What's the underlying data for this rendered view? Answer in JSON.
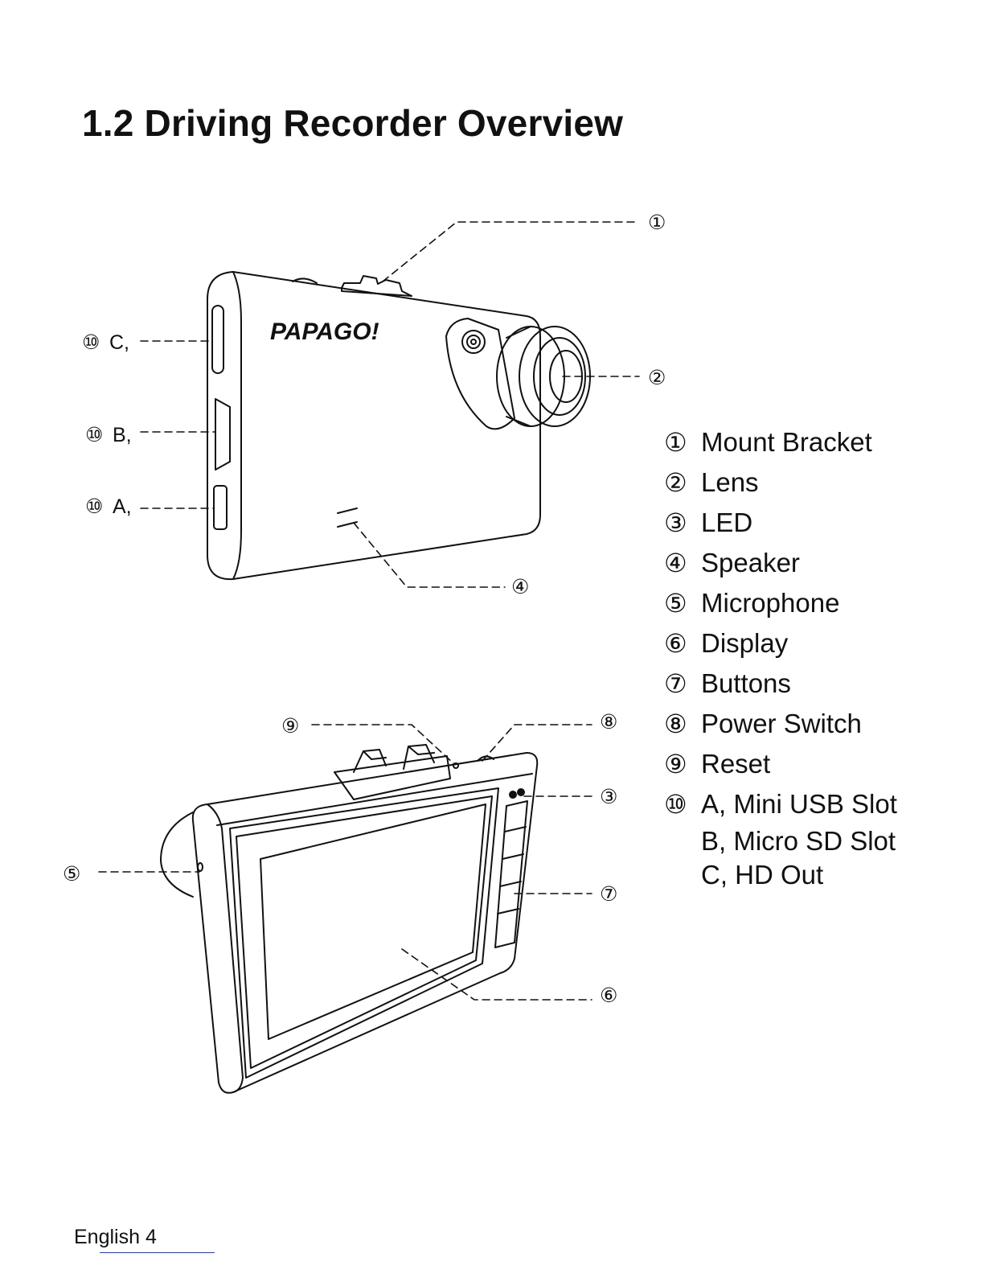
{
  "page": {
    "title": "1.2  Driving Recorder Overview",
    "footer": "English 4"
  },
  "brand": {
    "logo_text": "PAPAGO!"
  },
  "callouts": {
    "c1": "①",
    "c2": "②",
    "c3": "③",
    "c4": "④",
    "c5": "⑤",
    "c6": "⑥",
    "c7": "⑦",
    "c8": "⑧",
    "c9": "⑨",
    "c10c_num": "⑩",
    "c10c_letter": "C,",
    "c10b_num": "⑩",
    "c10b_letter": "B,",
    "c10a_num": "⑩",
    "c10a_letter": "A,"
  },
  "legend": [
    {
      "num": "①",
      "lines": [
        "Mount Bracket"
      ]
    },
    {
      "num": "②",
      "lines": [
        "Lens"
      ]
    },
    {
      "num": "③",
      "lines": [
        "LED"
      ]
    },
    {
      "num": "④",
      "lines": [
        "Speaker"
      ]
    },
    {
      "num": "⑤",
      "lines": [
        "Microphone"
      ]
    },
    {
      "num": "⑥",
      "lines": [
        "Display"
      ]
    },
    {
      "num": "⑦",
      "lines": [
        "Buttons"
      ]
    },
    {
      "num": "⑧",
      "lines": [
        "Power Switch"
      ]
    },
    {
      "num": "⑨",
      "lines": [
        "Reset"
      ]
    },
    {
      "num": "⑩",
      "lines": [
        "A, Mini USB Slot",
        "B, Micro SD Slot",
        "C, HD Out"
      ]
    }
  ]
}
